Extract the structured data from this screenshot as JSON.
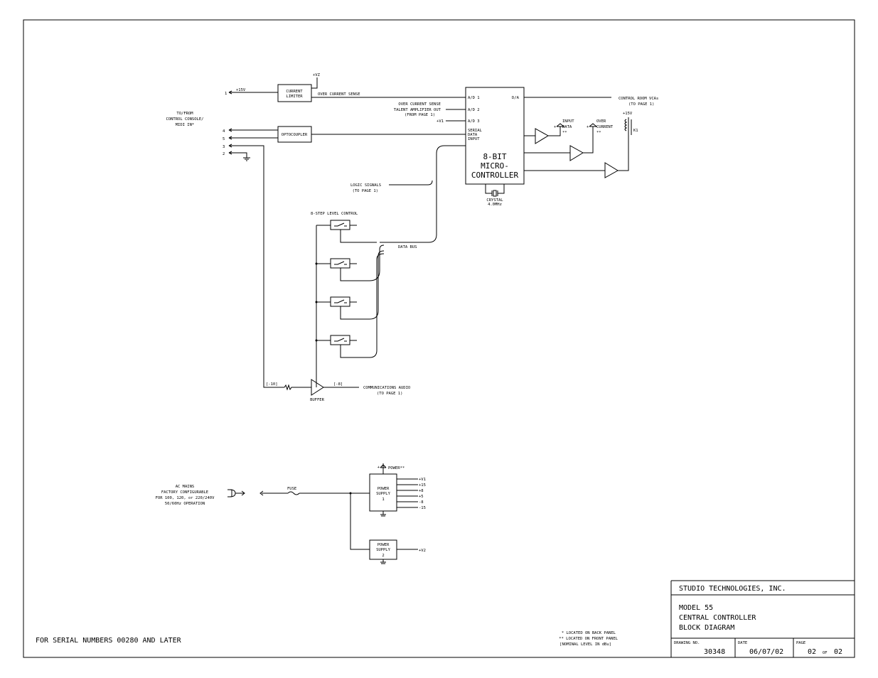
{
  "left_inputs": {
    "header": [
      "TO/FROM",
      "CONTROL CONSOLE/",
      "MIDI IN*"
    ],
    "pin1": "1",
    "pin1_label": "+15V",
    "pin4": "4",
    "pin5": "5",
    "pin3": "3",
    "pin2": "2"
  },
  "blocks": {
    "current_limiter": [
      "CURRENT",
      "LIMITER"
    ],
    "optocoupler": "OPTOCOUPLER",
    "micro": [
      "8-BIT",
      "MICRO-",
      "CONTROLLER"
    ],
    "crystal": [
      "CRYSTAL",
      "4.0MHz"
    ],
    "buffer": "BUFFER",
    "power_supply_1": [
      "POWER",
      "SUPPLY",
      "1"
    ],
    "power_supply_2": [
      "POWER",
      "SUPPLY",
      "2"
    ]
  },
  "labels": {
    "vz_top": "+VZ",
    "over_current_sense": "OVER CURRENT SENSE",
    "over_current_sense_2": "OVER CURRENT SENSE",
    "talent_amp": [
      "TALENT AMPLIFIER OUT",
      "(FROM PAGE 1)"
    ],
    "v1_in": "+V1",
    "ad1": "A/D 1",
    "ad2": "A/D 2",
    "ad3": "A/D 3",
    "serial": [
      "SERIAL",
      "DATA",
      "INPUT"
    ],
    "da": "D/A",
    "control_room": [
      "CONTROL ROOM VCAs",
      "(TO PAGE 1)"
    ],
    "input_data": [
      "INPUT",
      "DATA",
      "**"
    ],
    "over_current": [
      "OVER",
      "CURRENT",
      "**"
    ],
    "k1_v": "+15V",
    "k1": "K1",
    "logic_signals": [
      "LOGIC SIGNALS",
      "(TO PAGE 1)"
    ],
    "step_control": "8-STEP LEVEL CONTROL",
    "data_bus": "DATA BUS",
    "level_in": "[-10]",
    "level_out": "[-8]",
    "comm_audio": [
      "COMMUNICATIONS AUDIO",
      "(TO PAGE 1)"
    ],
    "ac_mains": [
      "AC MAINS",
      "FACTORY CONFIGURABLE",
      "FOR 100, 120, or 220/240V",
      "50/60Hz OPERATION"
    ],
    "fuse": "FUSE",
    "power_led": "POWER**",
    "ps1_outputs": [
      "+V1",
      "+15",
      "+8",
      "+5",
      "-8",
      "-15"
    ],
    "ps2_output": "+V2"
  },
  "notes": [
    "* LOCATED ON BACK PANEL",
    "** LOCATED ON FRONT PANEL",
    "[NOMINAL LEVEL IN dBu]"
  ],
  "serial_note": "FOR SERIAL NUMBERS 00280 AND LATER",
  "title_block": {
    "company": "STUDIO TECHNOLOGIES, INC.",
    "title": [
      "MODEL 55",
      "CENTRAL CONTROLLER",
      "BLOCK DIAGRAM"
    ],
    "drawing_no_label": "DRAWING NO.",
    "drawing_no": "30348",
    "date_label": "DATE",
    "date": "06/07/02",
    "page_label": "PAGE",
    "page": "02",
    "of": "OF",
    "page_total": "02"
  }
}
